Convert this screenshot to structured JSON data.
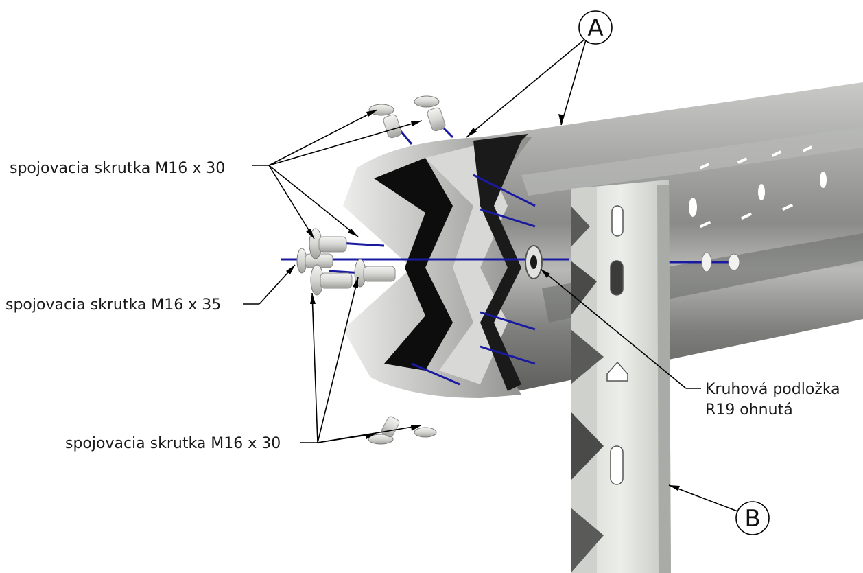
{
  "callouts": {
    "a": "A",
    "b": "B"
  },
  "labels": {
    "bolt_top": "spojovacia skrutka M16 x 30",
    "bolt_middle": "spojovacia skrutka M16 x 35",
    "bolt_bottom": "spojovacia skrutka M16 x 30",
    "washer_line1": "Kruhová podložka",
    "washer_line2": "R19 ohnutá"
  },
  "colors": {
    "bolt_axis": "#1a1aa0",
    "rail_light": "#d8d9d6",
    "rail_mid": "#9c9e9a",
    "rail_dark": "#4a4b49",
    "post_light": "#e3e5e0"
  }
}
